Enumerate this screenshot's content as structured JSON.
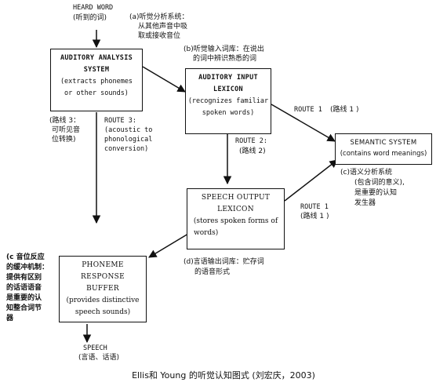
{
  "heard_word": {
    "en": "HEARD WORD",
    "zh": "(听到的词)"
  },
  "note_a": {
    "line1": "(a)听觉分析系统：",
    "line2": "从其他声音中吸",
    "line3": "取或接收音位"
  },
  "note_b": {
    "line1": "(b)听觉输入词库：在说出",
    "line2": "的词中辨识熟悉的词"
  },
  "box_auditory_analysis": {
    "title1": "AUDITORY ANALYSIS",
    "title2": "SYSTEM",
    "desc1": "(extracts phonemes",
    "desc2": "or other sounds)"
  },
  "box_auditory_input": {
    "title1": "AUDITORY INPUT",
    "title2": "LEXICON",
    "desc1": "(recognizes familiar",
    "desc2": "spoken words)"
  },
  "box_semantic": {
    "title": "SEMANTIC SYSTEM",
    "desc": "(contains word meanings)"
  },
  "box_speech_output": {
    "title1": "SPEECH OUTPUT",
    "title2": "LEXICON",
    "desc1": "(stores spoken forms of",
    "desc2": "words)"
  },
  "box_phoneme": {
    "title1": "PHONEME RESPONSE",
    "title2": "BUFFER",
    "desc1": "(provides distinctive",
    "desc2": "speech sounds)"
  },
  "route1_top": {
    "en": "ROUTE 1",
    "zh": "(路线 1 )"
  },
  "route2": {
    "en": "ROUTE 2:",
    "zh": "(路线 2)"
  },
  "route3_en": {
    "line1": "ROUTE 3:",
    "line2": "(acoustic to",
    "line3": "phonological",
    "line4": "conversion)"
  },
  "route3_zh": {
    "line1": "(路线 3：",
    "line2": "可听见音",
    "line3": "位转换)"
  },
  "route1_bottom": {
    "en": "ROUTE 1",
    "zh": "(路线 1 )"
  },
  "note_c": {
    "line1": "(c)语义分析系统",
    "line2": "(包含词的意义),",
    "line3": "是重要的认知",
    "line4": "发生器"
  },
  "note_d": {
    "line1": "(d)言语输出词库：贮存词",
    "line2": "的语音形式"
  },
  "note_e": {
    "line1": "(c 音位反应",
    "line2": "的缓冲机制：",
    "line3": "提供有区别",
    "line4": "的话语语音",
    "line5": "是重要的认",
    "line6": "知整合词节",
    "line7": "器"
  },
  "speech": {
    "en": "SPEECH",
    "zh": "(言语、话语)"
  },
  "caption": "Ellis和 Young 的听觉认知图式 (刘宏庆，2003)"
}
